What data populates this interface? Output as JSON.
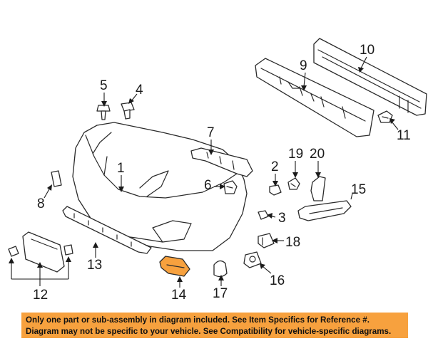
{
  "callouts": [
    "1",
    "2",
    "3",
    "4",
    "5",
    "6",
    "7",
    "8",
    "9",
    "10",
    "11",
    "12",
    "13",
    "14",
    "15",
    "16",
    "17",
    "18",
    "19",
    "20"
  ],
  "notice": {
    "line1": "Only one part or sub-assembly in diagram included. See Item Specifics for Reference #.",
    "line2": "Diagram may not be specific to your vehicle. See Compatibility for vehicle-specific diagrams."
  },
  "colors": {
    "notice_background": "#f7a13e",
    "highlight_part": "#f7a13e",
    "line": "#2a2a2a"
  },
  "highlighted_part": "14"
}
